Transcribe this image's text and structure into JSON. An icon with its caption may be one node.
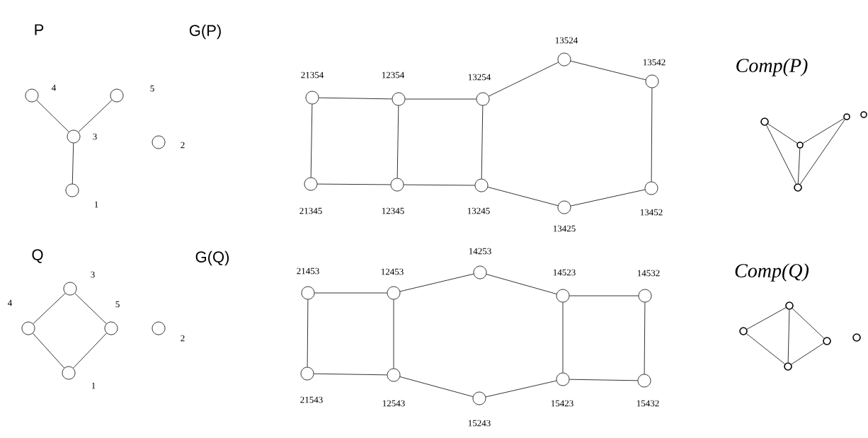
{
  "diagram": {
    "nodes": [
      {
        "text": [],
        "shape": "circle",
        "beside": [
          "4"
        ]
      },
      {
        "text": [],
        "shape": "circle",
        "beside": [
          "5"
        ]
      },
      {
        "text": [],
        "shape": "circle",
        "beside": [
          "3"
        ]
      },
      {
        "text": [],
        "shape": "circle",
        "beside": [
          "2"
        ]
      },
      {
        "text": [],
        "shape": "circle",
        "beside": [
          "1"
        ]
      },
      {
        "text": [],
        "shape": "circle",
        "beside": [
          "21354"
        ]
      },
      {
        "text": [],
        "shape": "circle",
        "beside": [
          "12354"
        ]
      },
      {
        "text": [],
        "shape": "circle",
        "beside": [
          "13254"
        ]
      },
      {
        "text": [],
        "shape": "circle",
        "beside": [
          "13524"
        ]
      },
      {
        "text": [],
        "shape": "circle",
        "beside": [
          "13542"
        ]
      },
      {
        "text": [],
        "shape": "circle",
        "beside": [
          "21345"
        ]
      },
      {
        "text": [],
        "shape": "circle",
        "beside": [
          "12345"
        ]
      },
      {
        "text": [],
        "shape": "circle",
        "beside": [
          "13245"
        ]
      },
      {
        "text": [],
        "shape": "circle",
        "beside": [
          "13425"
        ]
      },
      {
        "text": [],
        "shape": "circle",
        "beside": [
          "13452"
        ]
      },
      {
        "text": [],
        "shape": "circle"
      },
      {
        "text": [],
        "shape": "circle"
      },
      {
        "text": [],
        "shape": "circle"
      },
      {
        "text": [],
        "shape": "circle"
      },
      {
        "text": [],
        "shape": "circle"
      },
      {
        "text": [],
        "shape": "circle",
        "beside": [
          "3"
        ]
      },
      {
        "text": [],
        "shape": "circle",
        "beside": [
          "4"
        ]
      },
      {
        "text": [],
        "shape": "circle",
        "beside": [
          "5"
        ]
      },
      {
        "text": [],
        "shape": "circle",
        "beside": [
          "2"
        ]
      },
      {
        "text": [],
        "shape": "circle",
        "beside": [
          "1"
        ]
      },
      {
        "text": [],
        "shape": "circle",
        "beside": [
          "21453"
        ]
      },
      {
        "text": [],
        "shape": "circle",
        "beside": [
          "12453"
        ]
      },
      {
        "text": [],
        "shape": "circle",
        "beside": [
          "14253"
        ]
      },
      {
        "text": [],
        "shape": "circle",
        "beside": [
          "14523"
        ]
      },
      {
        "text": [],
        "shape": "circle",
        "beside": [
          "14532"
        ]
      },
      {
        "text": [],
        "shape": "circle",
        "beside": [
          "21543"
        ]
      },
      {
        "text": [],
        "shape": "circle",
        "beside": [
          "12543"
        ]
      },
      {
        "text": [],
        "shape": "circle",
        "beside": [
          "15243"
        ]
      },
      {
        "text": [],
        "shape": "circle",
        "beside": [
          "15423"
        ]
      },
      {
        "text": [],
        "shape": "circle",
        "beside": [
          "15432"
        ]
      },
      {
        "text": [],
        "shape": "circle"
      },
      {
        "text": [],
        "shape": "circle"
      },
      {
        "text": [],
        "shape": "circle"
      },
      {
        "text": [],
        "shape": "circle"
      },
      {
        "text": [],
        "shape": "circle"
      }
    ],
    "edges": [
      {
        "from": 0,
        "to": 2,
        "arrow": "none"
      },
      {
        "from": 1,
        "to": 2,
        "arrow": "none"
      },
      {
        "from": 2,
        "to": 4,
        "arrow": "none"
      },
      {
        "from": 5,
        "to": 6,
        "arrow": "none"
      },
      {
        "from": 6,
        "to": 7,
        "arrow": "none"
      },
      {
        "from": 7,
        "to": 8,
        "arrow": "none"
      },
      {
        "from": 8,
        "to": 9,
        "arrow": "none"
      },
      {
        "from": 9,
        "to": 14,
        "arrow": "none"
      },
      {
        "from": 14,
        "to": 13,
        "arrow": "none"
      },
      {
        "from": 13,
        "to": 12,
        "arrow": "none"
      },
      {
        "from": 12,
        "to": 11,
        "arrow": "none"
      },
      {
        "from": 11,
        "to": 10,
        "arrow": "none"
      },
      {
        "from": 10,
        "to": 5,
        "arrow": "none"
      },
      {
        "from": 6,
        "to": 11,
        "arrow": "none"
      },
      {
        "from": 7,
        "to": 12,
        "arrow": "none"
      },
      {
        "from": 15,
        "to": 17,
        "arrow": "none"
      },
      {
        "from": 15,
        "to": 18,
        "arrow": "none"
      },
      {
        "from": 16,
        "to": 17,
        "arrow": "none"
      },
      {
        "from": 16,
        "to": 18,
        "arrow": "none"
      },
      {
        "from": 17,
        "to": 18,
        "arrow": "none"
      },
      {
        "from": 20,
        "to": 21,
        "arrow": "none"
      },
      {
        "from": 20,
        "to": 22,
        "arrow": "none"
      },
      {
        "from": 21,
        "to": 24,
        "arrow": "none"
      },
      {
        "from": 22,
        "to": 24,
        "arrow": "none"
      },
      {
        "from": 25,
        "to": 26,
        "arrow": "none"
      },
      {
        "from": 26,
        "to": 27,
        "arrow": "none"
      },
      {
        "from": 27,
        "to": 28,
        "arrow": "none"
      },
      {
        "from": 28,
        "to": 29,
        "arrow": "none"
      },
      {
        "from": 29,
        "to": 34,
        "arrow": "none"
      },
      {
        "from": 34,
        "to": 33,
        "arrow": "none"
      },
      {
        "from": 33,
        "to": 32,
        "arrow": "none"
      },
      {
        "from": 32,
        "to": 31,
        "arrow": "none"
      },
      {
        "from": 31,
        "to": 30,
        "arrow": "none"
      },
      {
        "from": 30,
        "to": 25,
        "arrow": "none"
      },
      {
        "from": 26,
        "to": 31,
        "arrow": "none"
      },
      {
        "from": 28,
        "to": 33,
        "arrow": "none"
      },
      {
        "from": 35,
        "to": 36,
        "arrow": "none"
      },
      {
        "from": 35,
        "to": 38,
        "arrow": "none"
      },
      {
        "from": 35,
        "to": 37,
        "arrow": "none"
      },
      {
        "from": 36,
        "to": 38,
        "arrow": "none"
      },
      {
        "from": 37,
        "to": 38,
        "arrow": "none"
      }
    ],
    "labels": [
      "P",
      "G(P)",
      "Comp(P)",
      "Q",
      "G(Q)",
      "Comp(Q)"
    ]
  }
}
